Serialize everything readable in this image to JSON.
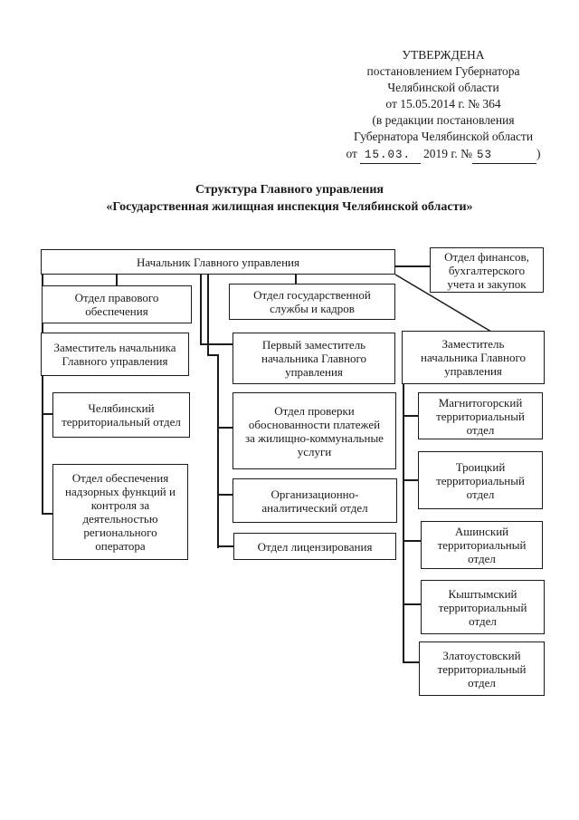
{
  "colors": {
    "paper": "#ffffff",
    "ink": "#1b1b1b"
  },
  "approval": {
    "lines": [
      "УТВЕРЖДЕНА",
      "постановлением Губернатора",
      "Челябинской области",
      "от 15.05.2014 г. № 364",
      "(в редакции постановления",
      "Губернатора Челябинской области"
    ],
    "last_line": {
      "prefix": "от",
      "date_value": "15.03.",
      "middle": "2019 г. №",
      "number_value": "53",
      "suffix": ")"
    }
  },
  "title": {
    "line1": "Структура Главного управления",
    "line2": "«Государственная жилищная инспекция Челябинской области»"
  },
  "chart_data": {
    "type": "org-diagram",
    "nodes": [
      {
        "id": "nachalnik",
        "label": "Начальник Главного управления"
      },
      {
        "id": "otdel-finansov",
        "label": "Отдел финансов,\nбухгалтерского\nучета и закупок"
      },
      {
        "id": "otdel-pravovogo",
        "label": "Отдел правового\nобеспечения"
      },
      {
        "id": "otdel-gossluzhby",
        "label": "Отдел государственной\nслужбы и кадров"
      },
      {
        "id": "zam-nachalnika-left",
        "label": "Заместитель начальника\nГлавного управления"
      },
      {
        "id": "chelyabinsky-to",
        "label": "Челябинский\nтерриториальный отдел"
      },
      {
        "id": "otdel-nadzora",
        "label": "Отдел обеспечения\nнадзорных функций и\nконтроля за\nдеятельностью\nрегионального\nоператора"
      },
      {
        "id": "perviy-zam",
        "label": "Первый заместитель\nначальника Главного\nуправления"
      },
      {
        "id": "otdel-proverki",
        "label": "Отдел проверки\nобоснованности платежей\nза жилищно-коммунальные\nуслуги"
      },
      {
        "id": "org-analit-otdel",
        "label": "Организационно-\nаналитический отдел"
      },
      {
        "id": "otdel-licenzirovaniya",
        "label": "Отдел лицензирования"
      },
      {
        "id": "zam-nachalnika-right",
        "label": "Заместитель\nначальника Главного\nуправления"
      },
      {
        "id": "magnitogorsky-to",
        "label": "Магнитогорский\nтерриториальный\nотдел"
      },
      {
        "id": "troitsky-to",
        "label": "Троицкий\nтерриториальный\nотдел"
      },
      {
        "id": "ashinsky-to",
        "label": "Ашинский\nтерриториальный\nотдел"
      },
      {
        "id": "kyshtymsky-to",
        "label": "Кыштымский\nтерриториальный\nотдел"
      },
      {
        "id": "zlatoustovsky-to",
        "label": "Златоустовский\nтерриториальный\nотдел"
      }
    ],
    "edges": [
      {
        "from": "nachalnik",
        "to": "otdel-finansov"
      },
      {
        "from": "nachalnik",
        "to": "otdel-pravovogo"
      },
      {
        "from": "nachalnik",
        "to": "otdel-gossluzhby"
      },
      {
        "from": "nachalnik",
        "to": "zam-nachalnika-left"
      },
      {
        "from": "nachalnik",
        "to": "perviy-zam"
      },
      {
        "from": "nachalnik",
        "to": "zam-nachalnika-right"
      },
      {
        "from": "zam-nachalnika-left",
        "to": "chelyabinsky-to"
      },
      {
        "from": "zam-nachalnika-left",
        "to": "otdel-nadzora"
      },
      {
        "from": "perviy-zam",
        "to": "otdel-proverki"
      },
      {
        "from": "perviy-zam",
        "to": "org-analit-otdel"
      },
      {
        "from": "perviy-zam",
        "to": "otdel-licenzirovaniya"
      },
      {
        "from": "zam-nachalnika-right",
        "to": "magnitogorsky-to"
      },
      {
        "from": "zam-nachalnika-right",
        "to": "troitsky-to"
      },
      {
        "from": "zam-nachalnika-right",
        "to": "ashinsky-to"
      },
      {
        "from": "zam-nachalnika-right",
        "to": "kyshtymsky-to"
      },
      {
        "from": "zam-nachalnika-right",
        "to": "zlatoustovsky-to"
      }
    ]
  }
}
